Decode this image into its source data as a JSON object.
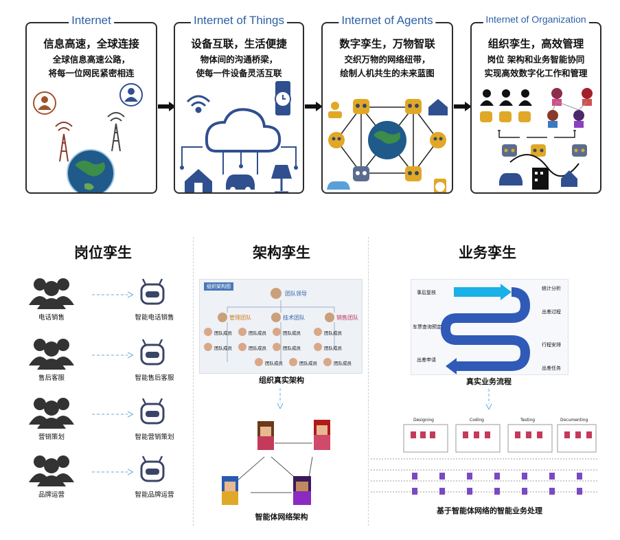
{
  "top_panels": [
    {
      "title": "Internet",
      "headline": "信息高速，全球连接",
      "line1": "全球信息高速公路，",
      "line2": "将每一位网民紧密相连"
    },
    {
      "title": "Internet of Things",
      "headline": "设备互联，生活便捷",
      "line1": "物体间的沟通桥梁，",
      "line2": "使每一件设备灵活互联"
    },
    {
      "title": "Internet of Agents",
      "headline": "数字孪生，万物智联",
      "line1": "交织万物的网络纽带，",
      "line2": "绘制人机共生的未来蓝图"
    },
    {
      "title": "Internet of Organization",
      "headline": "组织孪生，高效管理",
      "line1": "岗位 架构和业务智能协同",
      "line2": "实现高效数字化工作和管理"
    }
  ],
  "sections": {
    "position": {
      "title": "岗位孪生",
      "rows": [
        {
          "human": "电话销售",
          "agent": "智能电话销售"
        },
        {
          "human": "售后客服",
          "agent": "智能售后客服"
        },
        {
          "human": "营销策划",
          "agent": "智能营销策划"
        },
        {
          "human": "品牌运营",
          "agent": "智能品牌运营"
        }
      ]
    },
    "structure": {
      "title": "架构孪生",
      "org_tab": "组织架构图",
      "leader": "团队领导",
      "teams": [
        "管理团队",
        "技术团队",
        "销售团队"
      ],
      "member": "团队成员",
      "caption_top": "组织真实架构",
      "caption_bottom": "智能体网络架构"
    },
    "business": {
      "title": "业务孪生",
      "flow_left": [
        "事后复核",
        "车票查询预定",
        "出差申请"
      ],
      "flow_right": [
        "统计分析",
        "出差过程",
        "行程安排",
        "出差任务"
      ],
      "caption_top": "真实业务流程",
      "phases": [
        "Designing",
        "Coding",
        "Testing",
        "Documenting"
      ],
      "caption_bottom": "基于智能体网络的智能业务处理"
    }
  },
  "colors": {
    "title_blue": "#2d5fa8",
    "dark": "#2b2b2b",
    "person": "#333333",
    "robot": "#3a4466"
  }
}
